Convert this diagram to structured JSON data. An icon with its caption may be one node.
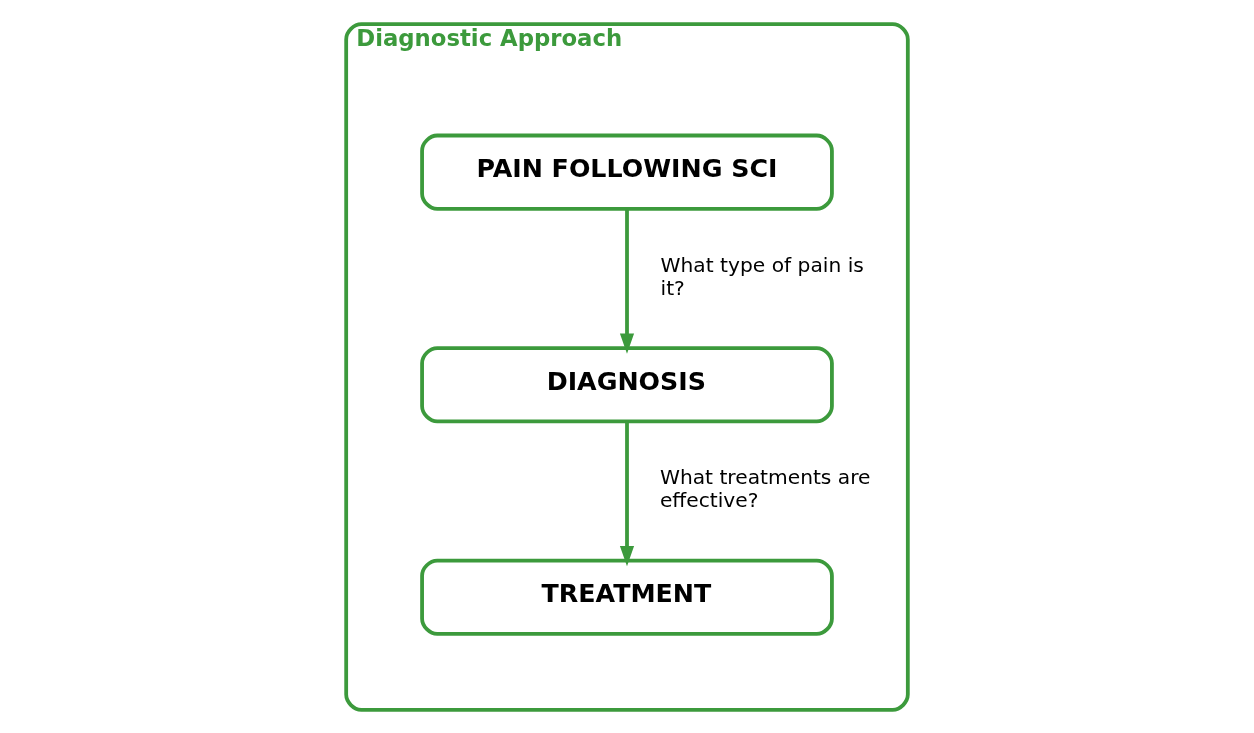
{
  "diagram": {
    "nodes": [
      {
        "text": [
          "Diagnostic Approach"
        ]
      },
      {
        "text": [
          "PAIN FOLLOWING SCI"
        ],
        "in": 0
      },
      {
        "text": [
          "DIAGNOSIS"
        ],
        "in": 0
      },
      {
        "text": [
          "TREATMENT"
        ],
        "in": 0
      }
    ],
    "edges": [
      {
        "from": 1,
        "to": 2,
        "arrow": "to",
        "label": "What type of pain is it?"
      },
      {
        "from": 2,
        "to": 3,
        "arrow": "to",
        "label": "What treatments are effective?"
      }
    ]
  }
}
